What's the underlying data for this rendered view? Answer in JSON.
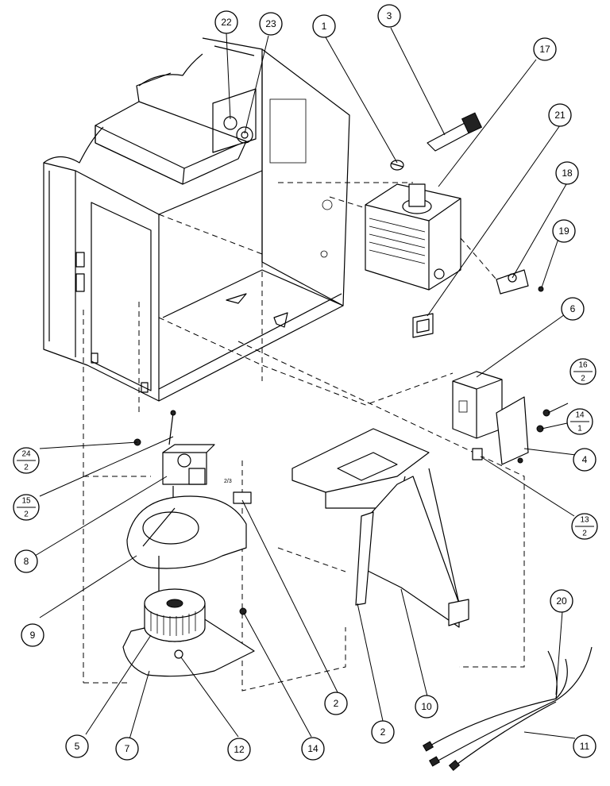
{
  "callouts": [
    {
      "id": "c22",
      "label": "22"
    },
    {
      "id": "c23",
      "label": "23"
    },
    {
      "id": "c1",
      "label": "1"
    },
    {
      "id": "c3",
      "label": "3"
    },
    {
      "id": "c17",
      "label": "17"
    },
    {
      "id": "c21",
      "label": "21"
    },
    {
      "id": "c18",
      "label": "18"
    },
    {
      "id": "c19",
      "label": "19"
    },
    {
      "id": "c6",
      "label": "6"
    },
    {
      "id": "c16_2",
      "top": "16",
      "bottom": "2"
    },
    {
      "id": "c14_1",
      "top": "14",
      "bottom": "1"
    },
    {
      "id": "c4",
      "label": "4"
    },
    {
      "id": "c13_2",
      "top": "13",
      "bottom": "2"
    },
    {
      "id": "c24_2",
      "top": "24",
      "bottom": "2"
    },
    {
      "id": "c15_2",
      "top": "15",
      "bottom": "2"
    },
    {
      "id": "c8",
      "label": "8"
    },
    {
      "id": "c9",
      "label": "9"
    },
    {
      "id": "c5",
      "label": "5"
    },
    {
      "id": "c7",
      "label": "7"
    },
    {
      "id": "c12",
      "label": "12"
    },
    {
      "id": "c14",
      "label": "14"
    },
    {
      "id": "c2a",
      "label": "2"
    },
    {
      "id": "c2b",
      "label": "2"
    },
    {
      "id": "c10",
      "label": "10"
    },
    {
      "id": "c20",
      "label": "20"
    },
    {
      "id": "c11",
      "label": "11"
    }
  ],
  "parts": {
    "fan_bracket_tag": "2/3"
  }
}
